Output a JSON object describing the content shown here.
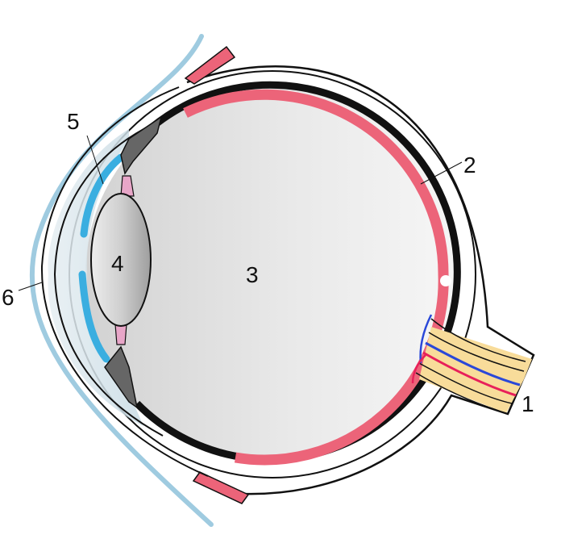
{
  "labels": {
    "optic_nerve": "1",
    "retina": "2",
    "vitreous_body": "3",
    "lens": "4",
    "anterior_chamber": "5",
    "cornea": "6"
  },
  "colors": {
    "retina": "#ec6479",
    "lens_fill": "#c9c9c9",
    "iris": "#666666",
    "ciliary": "#e8a6c8",
    "aqueous_blue": "#3aaee0",
    "cornea_blue": "#9fcbe0",
    "chamber_tint": "#dbe8ee",
    "nerve_fiber": "#f8dc9a",
    "vein_blue": "#2a48d8",
    "artery_red": "#e8205a"
  }
}
